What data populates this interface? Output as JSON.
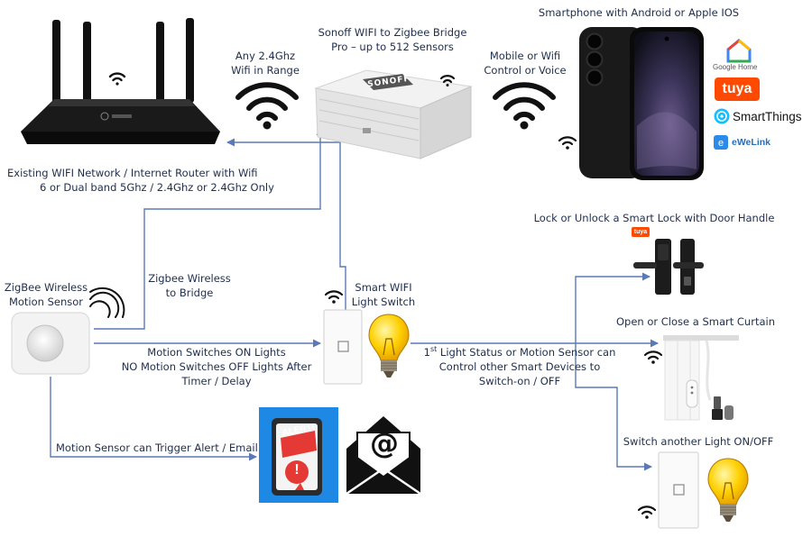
{
  "labels": {
    "router": [
      "Existing WIFI Network / Internet Router with Wifi",
      "6 or Dual band 5Ghz / 2.4Ghz or 2.4Ghz Only"
    ],
    "wifi_range": [
      "Any 2.4Ghz",
      "Wifi in Range"
    ],
    "bridge": [
      "Sonoff WIFI to Zigbee Bridge",
      "Pro – up to 512 Sensors"
    ],
    "mobile_control": [
      "Mobile or Wifi",
      "Control or Voice"
    ],
    "smartphone": "Smartphone with Android or Apple IOS",
    "motion_sensor": [
      "ZigBee Wireless",
      "Motion Sensor"
    ],
    "zigbee_to_bridge": [
      "Zigbee Wireless",
      "to Bridge"
    ],
    "smart_switch": [
      "Smart WIFI",
      "Light Switch"
    ],
    "motion_rules": [
      "Motion Switches ON Lights",
      "NO Motion Switches OFF Lights After",
      "Timer / Delay"
    ],
    "light_status": {
      "sup_prefix": "1",
      "sup": "st",
      "line1_rest": " Light Status or Motion Sensor can",
      "line2": "Control other Smart Devices to",
      "line3": "Switch-on / OFF"
    },
    "smart_lock": "Lock or Unlock a Smart Lock with Door Handle",
    "smart_curtain": "Open or Close a Smart Curtain",
    "another_light": "Switch another Light ON/OFF",
    "alert_email": "Motion Sensor can Trigger Alert / Email"
  },
  "apps": [
    {
      "name": "Google Home",
      "icon": "google-home-icon"
    },
    {
      "name": "tuya",
      "icon": "tuya-icon"
    },
    {
      "name": "SmartThings",
      "icon": "smartthings-icon"
    },
    {
      "name": "eWeLink",
      "icon": "ewelink-icon"
    }
  ],
  "devices": {
    "alert_badge": "ALERT!",
    "alert_mark": "!",
    "email_symbol": "@",
    "bridge_brand": "SONOFF",
    "lock_brand": "tuya"
  },
  "colors": {
    "wire": "#5b79b6",
    "text": "#1f2e4d",
    "alert_bg": "#1e88e5",
    "tuya": "#ff4800"
  }
}
